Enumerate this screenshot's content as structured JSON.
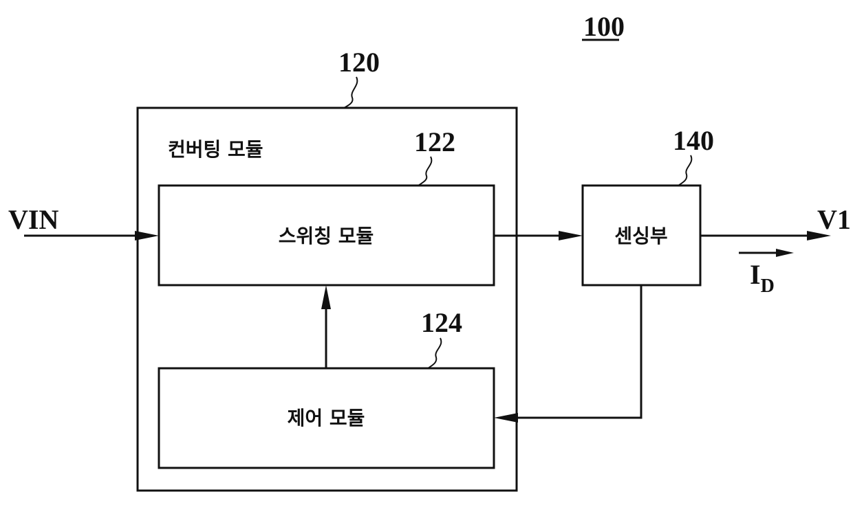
{
  "figure_ref": "100",
  "blocks": {
    "converting_module": {
      "ref": "120",
      "label": "컨버팅 모듈"
    },
    "switching_module": {
      "ref": "122",
      "label": "스위칭 모듈"
    },
    "control_module": {
      "ref": "124",
      "label": "제어 모듈"
    },
    "sensing_unit": {
      "ref": "140",
      "label": "센싱부"
    }
  },
  "signals": {
    "input": "VIN",
    "output": "V1",
    "current_main": "I",
    "current_sub": "D"
  }
}
